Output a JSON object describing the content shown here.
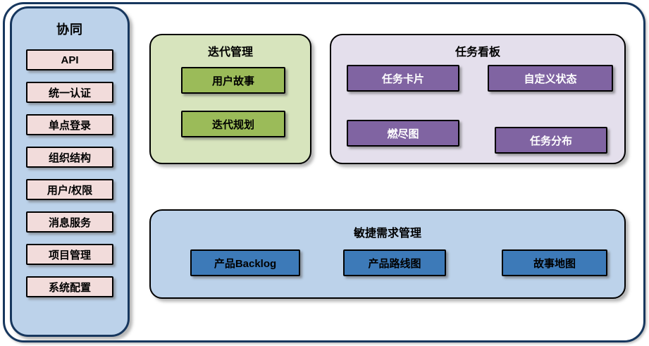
{
  "diagram": {
    "sidebar": {
      "title": "协同",
      "items": [
        "API",
        "统一认证",
        "单点登录",
        "组织结构",
        "用户/权限",
        "消息服务",
        "项目管理",
        "系统配置"
      ]
    },
    "iteration": {
      "title": "迭代管理",
      "items": [
        "用户故事",
        "迭代规划"
      ]
    },
    "taskboard": {
      "title": "任务看板",
      "items": [
        "任务卡片",
        "自定义状态",
        "燃尽图",
        "任务分布"
      ]
    },
    "requirements": {
      "title": "敏捷需求管理",
      "items": [
        "产品Backlog",
        "产品路线图",
        "故事地图"
      ]
    },
    "colors": {
      "frame_border": "#17375E",
      "sidebar_fill": "#BCD2EA",
      "sidebar_item_fill": "#F2DCDB",
      "iteration_fill": "#D7E4BD",
      "iteration_item_fill": "#9BBB59",
      "taskboard_fill": "#E4DFEC",
      "taskboard_item_fill": "#8064A2",
      "taskboard_item_text": "#FFFFFF",
      "requirements_fill": "#BCD2EA",
      "requirements_item_fill": "#3D7AB8"
    }
  }
}
